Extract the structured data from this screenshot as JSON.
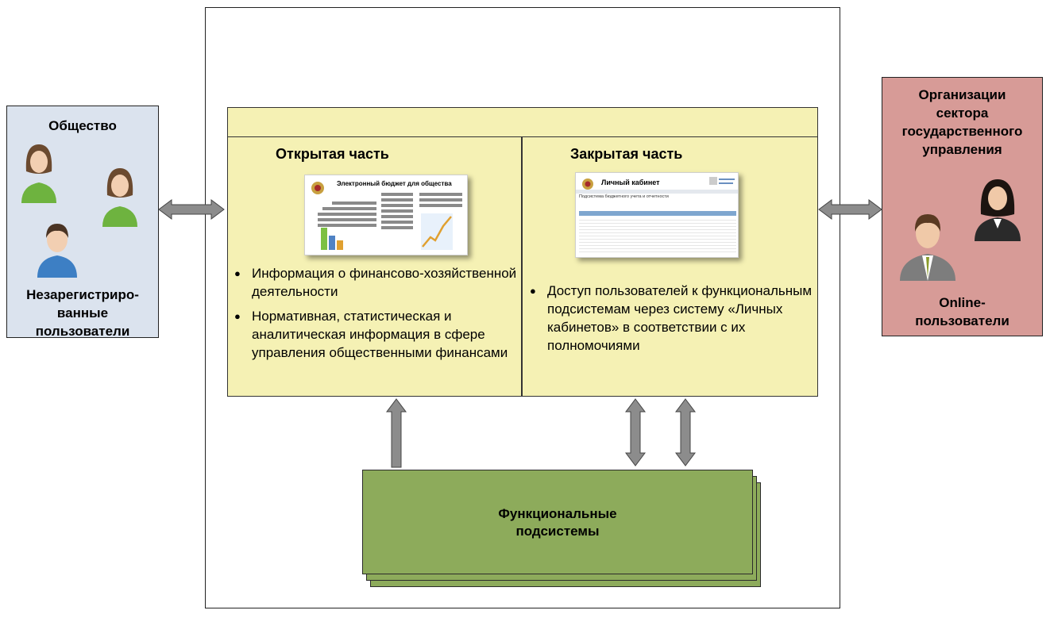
{
  "left": {
    "title": "Общество",
    "caption_lines": [
      "Незарегистриро-",
      "ванные",
      "пользователи"
    ]
  },
  "right": {
    "title_lines": [
      "Организации",
      "сектора",
      "государственного",
      "управления"
    ],
    "caption_lines": [
      "Online-",
      "пользователи"
    ]
  },
  "open_part": {
    "title": "Открытая часть",
    "screenshot_title": "Электронный бюджет для общества",
    "bullets": [
      "Информация о финансово-хозяйственной деятельности",
      "Нормативная, статистическая и аналитическая информация в сфере управления общественными финансами"
    ]
  },
  "closed_part": {
    "title": "Закрытая часть",
    "screenshot_title": "Личный кабинет",
    "screenshot_subtitle": "Подсистема бюджетного учета и отчетности",
    "bullets": [
      "Доступ пользователей к функциональным подсистемам через систему «Личных кабинетов» в соответствии с их полномочиями"
    ]
  },
  "functional": {
    "label_lines": [
      "Функциональные",
      "подсистемы"
    ]
  },
  "colors": {
    "left_box": "#dbe3ee",
    "right_box": "#d79b97",
    "portal": "#f5f1b4",
    "functional": "#8dab5b",
    "arrow": "#8c8c8c"
  }
}
